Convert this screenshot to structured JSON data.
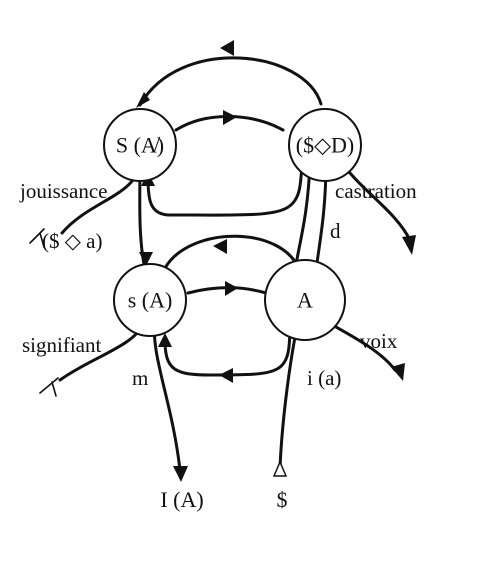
{
  "nodes": {
    "top_left": "S (A̸)",
    "top_right": "($◇D)",
    "bottom_left": "s (A)",
    "bottom_right": "A"
  },
  "labels": {
    "jouissance": "jouissance",
    "phantasm": "($ ◇ a)",
    "castration": "castration",
    "d": "d",
    "signifiant": "signifiant",
    "voix": "voix",
    "m": "m",
    "i_a": "i (a)",
    "I_A": "I (A)",
    "subject": "$"
  },
  "colors": {
    "ink": "#111111",
    "background": "#ffffff"
  }
}
